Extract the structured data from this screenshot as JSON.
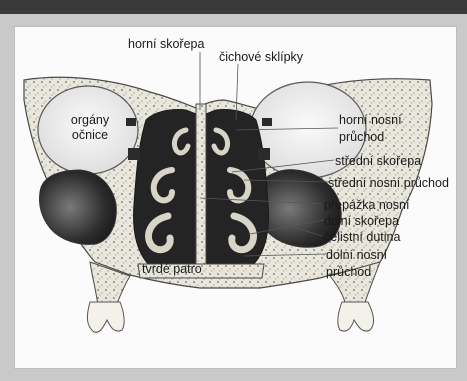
{
  "colors": {
    "header_bar": "#3a3a3a",
    "background": "#c9c9c9",
    "panel": "#fbfbfb",
    "bone_fill": "#e9e6dc",
    "cavity_dark": "#242424",
    "outline": "#4a4a4a"
  },
  "labels": {
    "horni_skorepa": "horní skořepa",
    "cichove_sklipky": "čichové sklípky",
    "organy_ocnice_1": "orgány",
    "organy_ocnice_2": "očnice",
    "horni_nosni_pruchod_1": "horní nosní",
    "horni_nosni_pruchod_2": "průchod",
    "stredni_skorepa": "střední skořepa",
    "stredni_nosni_pruchod": "střední nosní průchod",
    "prepazka_nosni": "přepážka nosní",
    "dolni_skorepa": "dolní skořepa",
    "celistni_dutina": "čelistní dutina",
    "dolni_nosni_pruchod_1": "dolní nosní",
    "dolni_nosni_pruchod_2": "průchod",
    "tvrde_patro": "tvrdé patro"
  }
}
